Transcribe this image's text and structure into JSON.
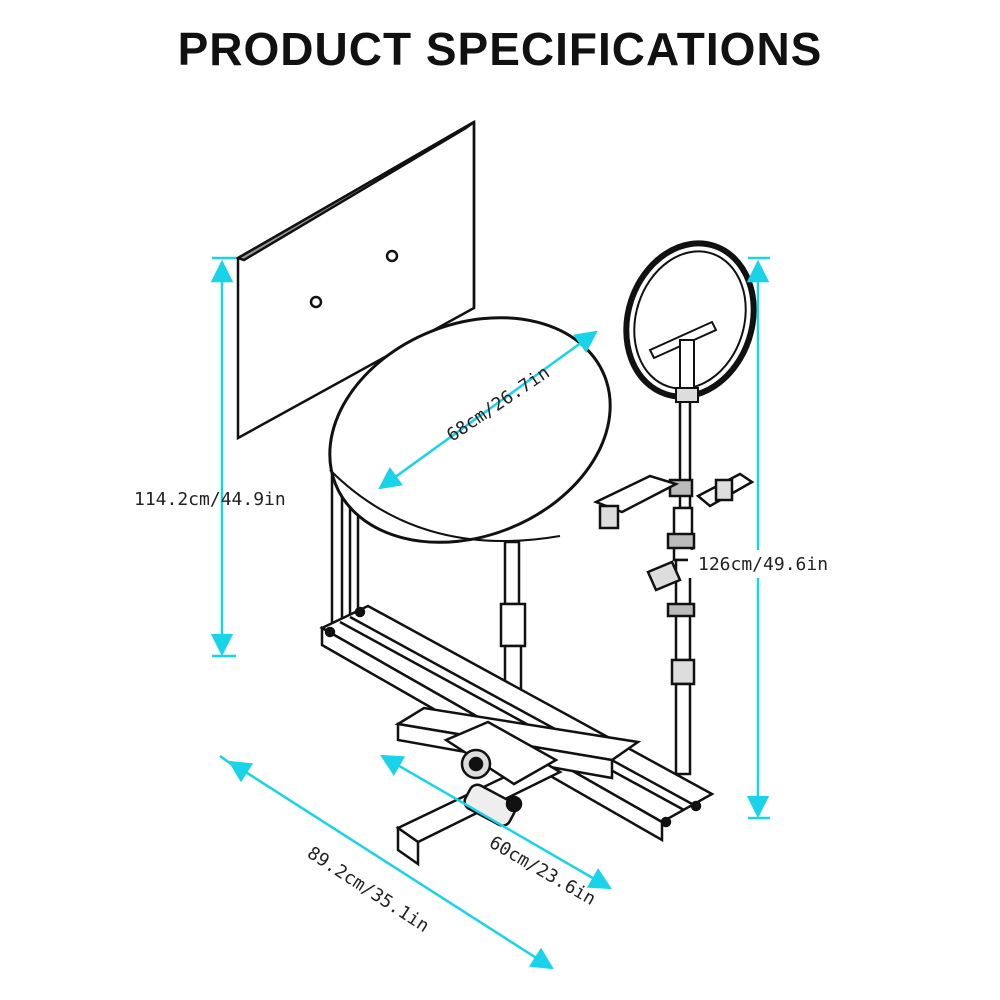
{
  "title": "PRODUCT SPECIFICATIONS",
  "dimensions": {
    "height_left": "114.2cm/44.9in",
    "height_right": "126cm/49.6in",
    "platform_diameter": "68cm/26.7in",
    "base_depth": "60cm/23.6in",
    "base_length": "89.2cm/35.1in"
  },
  "colors": {
    "dimension_line": "#19d4e8",
    "outline": "#111111"
  }
}
